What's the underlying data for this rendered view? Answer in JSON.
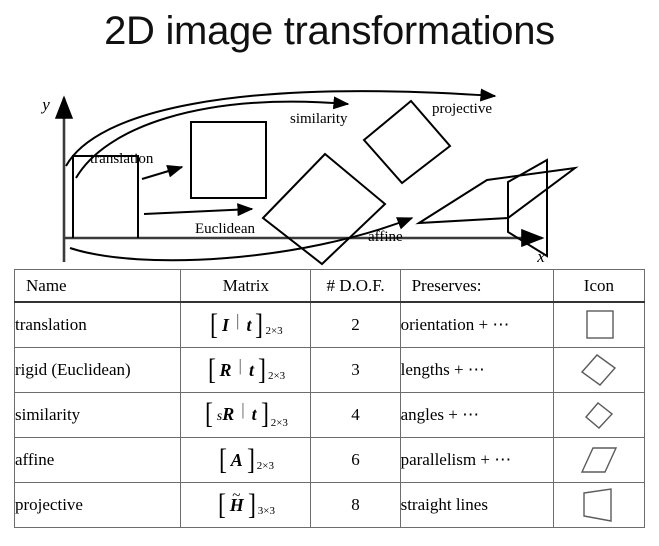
{
  "title": "2D image transformations",
  "diagram": {
    "axis_x_label": "x",
    "axis_y_label": "y",
    "arrow_labels": {
      "translation": "translation",
      "euclidean": "Euclidean",
      "similarity": "similarity",
      "affine": "affine",
      "projective": "projective"
    },
    "shapes": [
      {
        "name": "original-square",
        "kind": "square"
      },
      {
        "name": "translated-square",
        "kind": "square"
      },
      {
        "name": "rotated-square",
        "kind": "rotated-square"
      },
      {
        "name": "scaled-rotated-square",
        "kind": "rotated-square"
      },
      {
        "name": "parallelogram",
        "kind": "parallelogram"
      },
      {
        "name": "trapezoid",
        "kind": "trapezoid"
      }
    ]
  },
  "table": {
    "headers": {
      "name": "Name",
      "matrix": "Matrix",
      "dof": "# D.O.F.",
      "preserves": "Preserves:",
      "icon": "Icon"
    },
    "rows": [
      {
        "name": "translation",
        "matrix": {
          "left_bracket": "[",
          "right_bracket": "]",
          "body": "I",
          "bar": "|",
          "second": "t",
          "scalar": "",
          "sub": "2×3",
          "tilde": false
        },
        "dof": "2",
        "preserves": "orientation + ⋯",
        "icon": "square-icon"
      },
      {
        "name": "rigid (Euclidean)",
        "matrix": {
          "left_bracket": "[",
          "right_bracket": "]",
          "body": "R",
          "bar": "|",
          "second": "t",
          "scalar": "",
          "sub": "2×3",
          "tilde": false
        },
        "dof": "3",
        "preserves": "lengths + ⋯",
        "icon": "rotated-square-icon"
      },
      {
        "name": "similarity",
        "matrix": {
          "left_bracket": "[",
          "right_bracket": "]",
          "body": "R",
          "bar": "|",
          "second": "t",
          "scalar": "s",
          "sub": "2×3",
          "tilde": false
        },
        "dof": "4",
        "preserves": "angles + ⋯",
        "icon": "small-rotated-square-icon"
      },
      {
        "name": "affine",
        "matrix": {
          "left_bracket": "[",
          "right_bracket": "]",
          "body": "A",
          "bar": "",
          "second": "",
          "scalar": "",
          "sub": "2×3",
          "tilde": false
        },
        "dof": "6",
        "preserves": "parallelism + ⋯",
        "icon": "parallelogram-icon"
      },
      {
        "name": "projective",
        "matrix": {
          "left_bracket": "[",
          "right_bracket": "]",
          "body": "H",
          "bar": "",
          "second": "",
          "scalar": "",
          "sub": "3×3",
          "tilde": true
        },
        "dof": "8",
        "preserves": "straight lines",
        "icon": "trapezoid-icon"
      }
    ]
  },
  "colors": {
    "ink": "#000000",
    "table_border": "#6d6d6d",
    "icon_stroke": "#5b5b5b",
    "background": "#ffffff"
  }
}
